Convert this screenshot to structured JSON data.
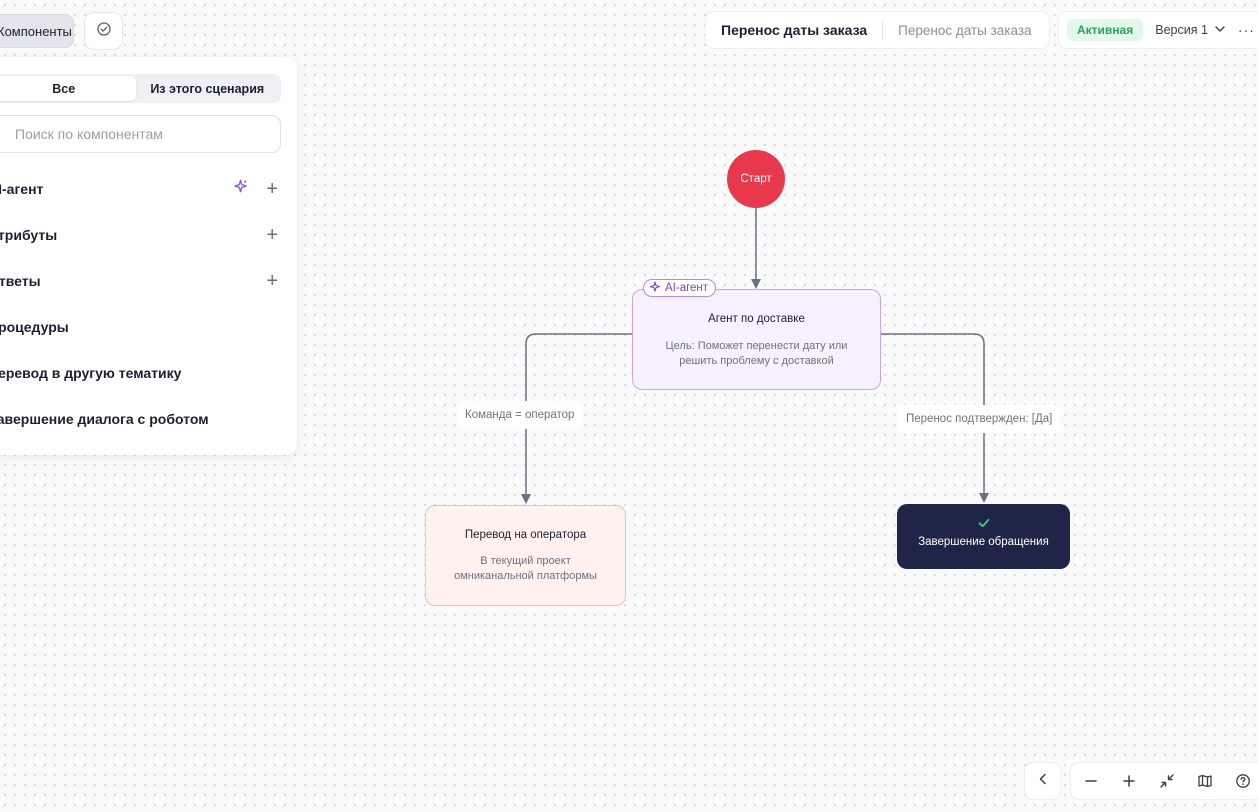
{
  "toolbar": {
    "components_label": "Компоненты",
    "check_icon": "check-circle-icon"
  },
  "panel": {
    "tabs": [
      {
        "label": "Все",
        "active": true
      },
      {
        "label": "Из этого сценария",
        "active": false
      }
    ],
    "search": {
      "placeholder": "Поиск по компонентам",
      "value": ""
    },
    "items": [
      {
        "label": "AI-агент",
        "has_ai_icon": true,
        "has_plus": true
      },
      {
        "label": "Атрибуты",
        "has_ai_icon": false,
        "has_plus": true
      },
      {
        "label": "Ответы",
        "has_ai_icon": false,
        "has_plus": true
      },
      {
        "label": "Процедуры",
        "has_ai_icon": false,
        "has_plus": false
      },
      {
        "label": "Перевод в другую тематику",
        "has_ai_icon": false,
        "has_plus": false
      },
      {
        "label": "Завершение диалога с роботом",
        "has_ai_icon": false,
        "has_plus": false
      }
    ]
  },
  "header": {
    "title": "Перенос даты заказа",
    "subtitle": "Перенос даты заказа",
    "status": "Активная",
    "version": "Версия 1",
    "more": "···"
  },
  "flow": {
    "start": {
      "label": "Старт"
    },
    "ai_node": {
      "tag": "AI-агент",
      "title": "Агент по доставке",
      "description": "Цель: Поможет перенести дату или решить проблему с доставкой"
    },
    "operator_node": {
      "title": "Перевод на оператора",
      "description": "В текущий проект омниканальной платформы"
    },
    "end_node": {
      "title": "Завершение обращения"
    },
    "edges": {
      "left_label": "Команда = оператор",
      "right_label": "Перенос подтвержден: [Да]"
    }
  },
  "colors": {
    "start": "#e8384b",
    "ai_accent": "#b58ae8",
    "operator_border": "#f3bdb3",
    "end_bg": "#1f2546",
    "active_green": "#2aa35a"
  }
}
